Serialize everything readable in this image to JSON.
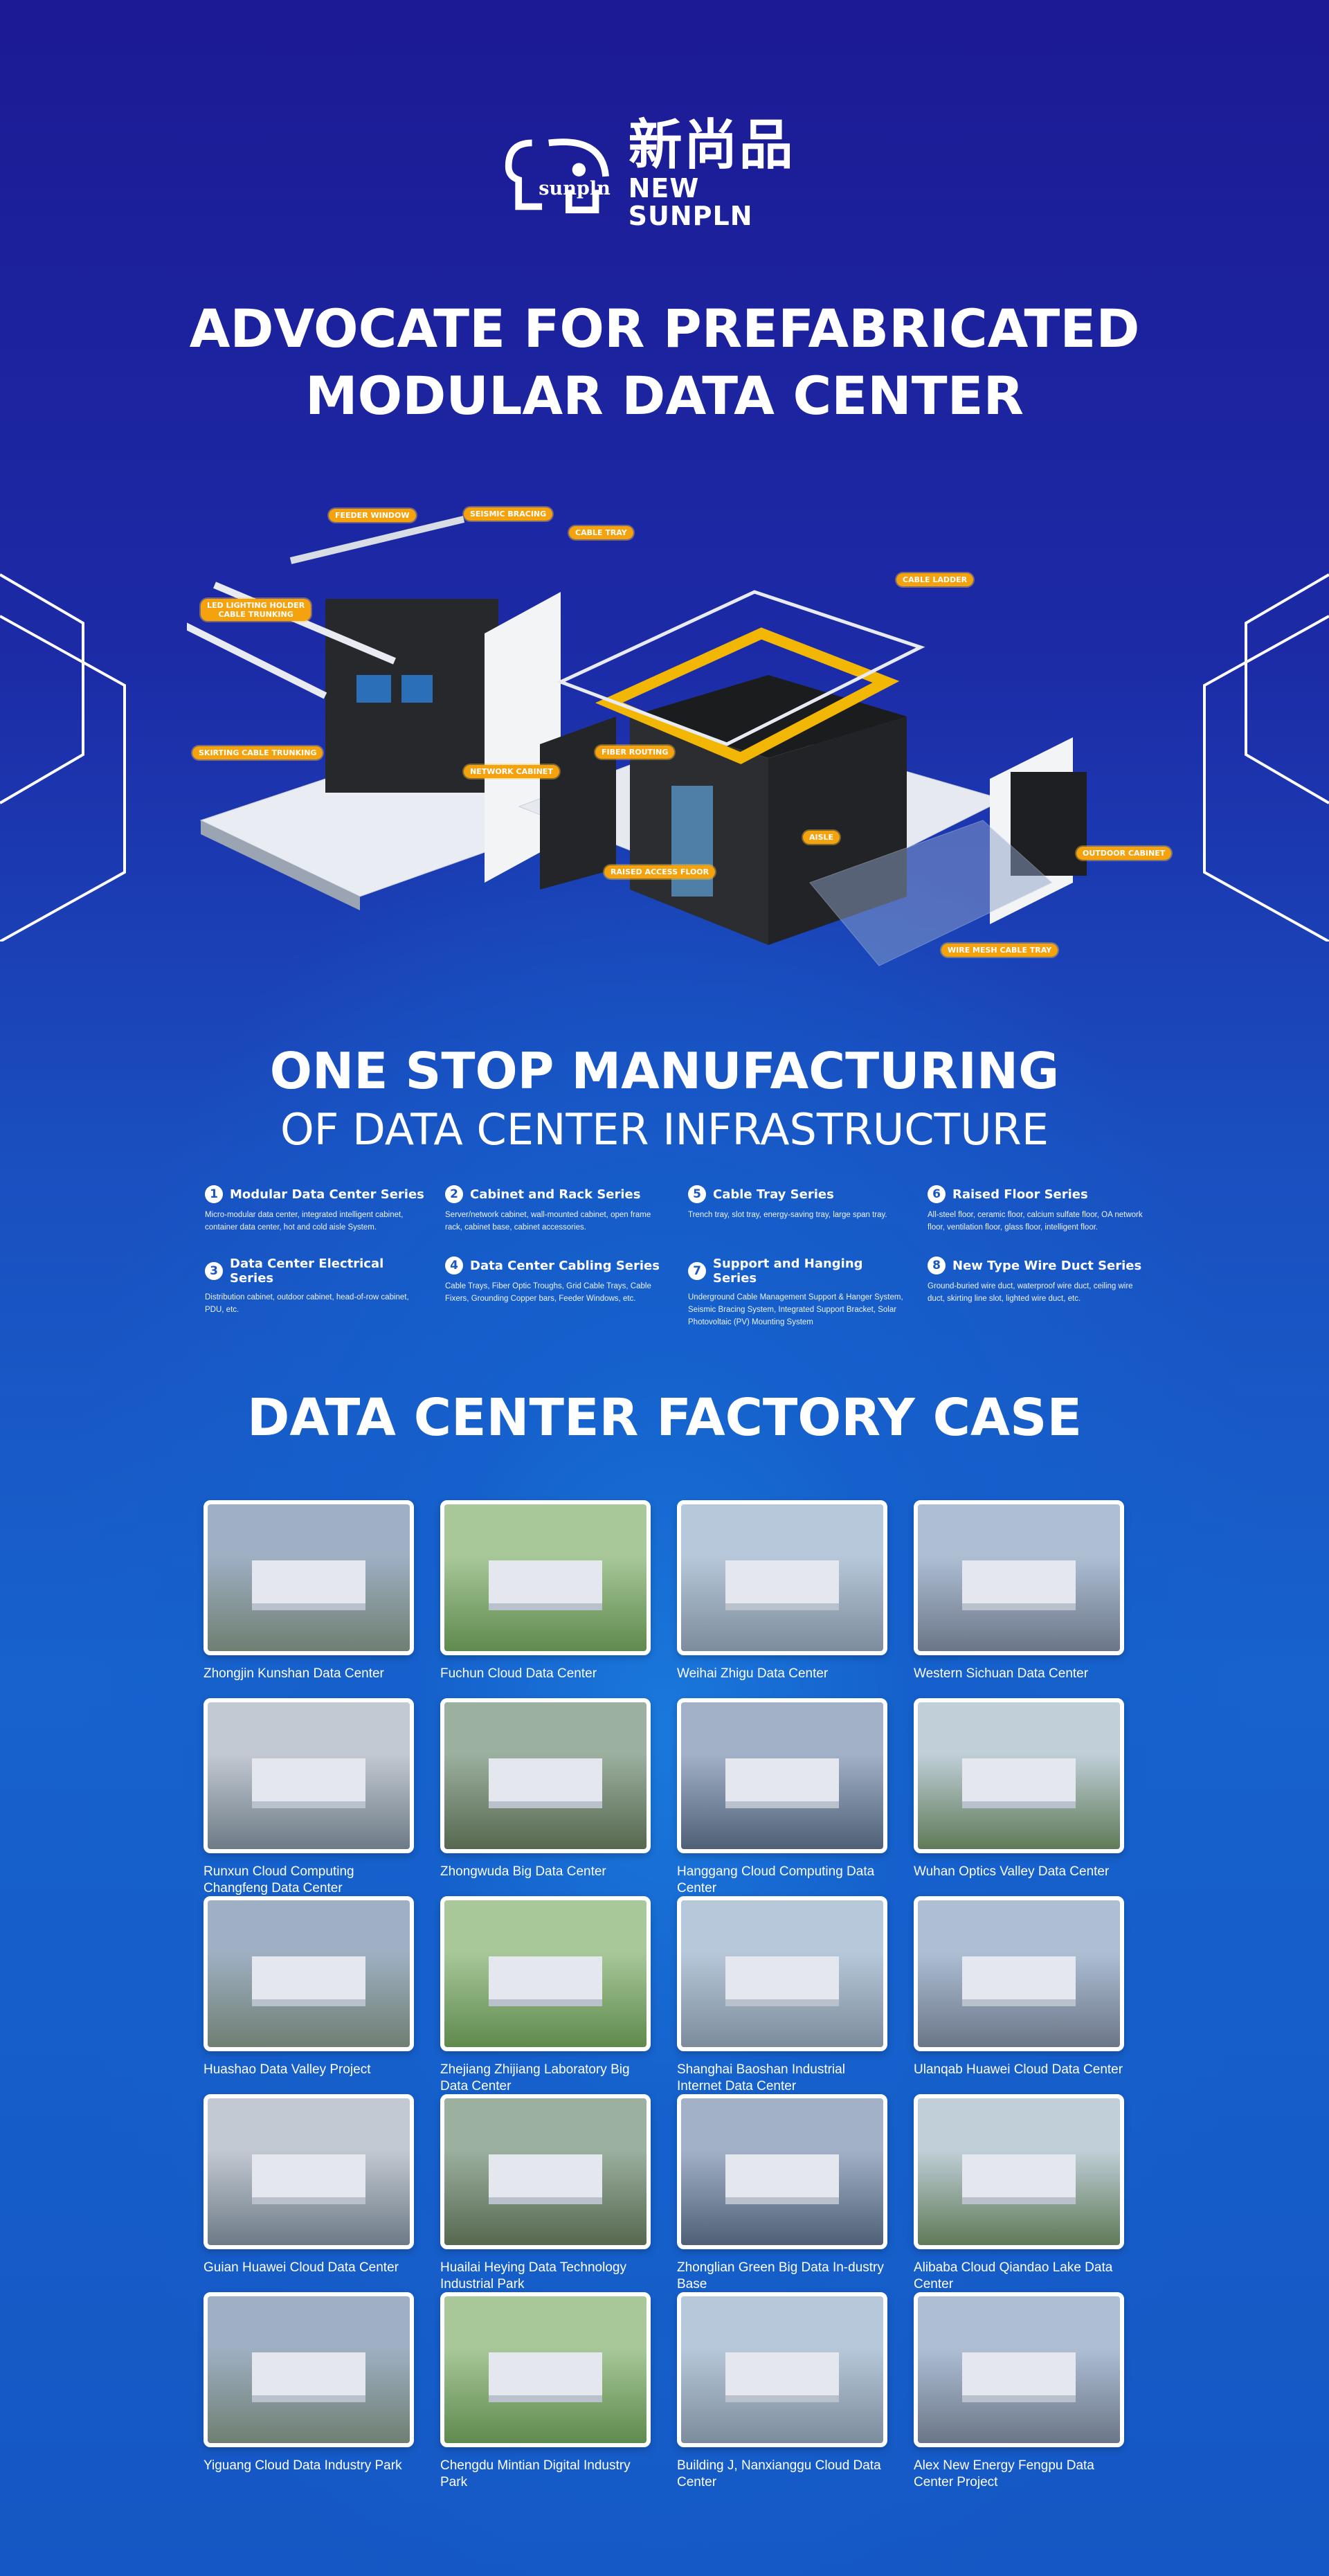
{
  "brand": {
    "cn": "新尚品",
    "en": "NEW SUNPLN",
    "mark": "sunpln"
  },
  "hero": {
    "line1": "ADVOCATE FOR PREFABRICATED",
    "line2": "MODULAR DATA CENTER"
  },
  "diagram_labels": {
    "feeder_window": "FEEDER WINDOW",
    "seismic_bracing": "SEISMIC BRACING",
    "cable_tray": "CABLE TRAY",
    "led_lighting": "LED LIGHTING HOLDER",
    "cable_trunking": "CABLE TRUNKING",
    "cable_ladder": "CABLE LADDER",
    "skirting": "SKIRTING CABLE TRUNKING",
    "network_cabinet": "NETWORK CABINET",
    "fiber_routing": "FIBER ROUTING",
    "aisle": "AISLE",
    "raised_floor": "RAISED ACCESS FLOOR",
    "outdoor_cabinet": "OUTDOOR CABINET",
    "wire_mesh": "WIRE MESH CABLE TRAY"
  },
  "manufacturing": {
    "title": "ONE STOP MANUFACTURING",
    "subtitle": "OF DATA CENTER INFRASTRUCTURE",
    "series": [
      {
        "num": "1",
        "title": "Modular Data Center Series",
        "desc": "Micro-modular data center, integrated intelligent cabinet, container data center, hot and cold aisle System."
      },
      {
        "num": "2",
        "title": "Cabinet and Rack Series",
        "desc": "Server/network cabinet, wall-mounted cabinet, open frame rack, cabinet base, cabinet accessories."
      },
      {
        "num": "5",
        "title": "Cable Tray Series",
        "desc": "Trench tray, slot tray, energy-saving tray, large span tray."
      },
      {
        "num": "6",
        "title": "Raised Floor Series",
        "desc": "All-steel floor, ceramic floor, calcium sulfate floor, OA network floor, ventilation floor, glass floor, intelligent floor."
      },
      {
        "num": "3",
        "title": "Data Center Electrical Series",
        "desc": "Distribution cabinet, outdoor cabinet, head-of-row cabinet, PDU, etc."
      },
      {
        "num": "4",
        "title": "Data Center Cabling Series",
        "desc": "Cable Trays, Fiber Optic Troughs, Grid Cable Trays, Cable Fixers, Grounding Copper bars, Feeder Windows, etc."
      },
      {
        "num": "7",
        "title": "Support and Hanging Series",
        "desc": "Underground Cable Management Support & Hanger System, Seismic Bracing System, Integrated Support Bracket, Solar Photovoltaic (PV) Mounting System"
      },
      {
        "num": "8",
        "title": "New Type Wire Duct Series",
        "desc": "Ground-buried wire duct, waterproof wire duct, ceiling wire duct, skirting line slot, lighted wire duct, etc."
      }
    ]
  },
  "cases": {
    "title": "DATA CENTER FACTORY CASE",
    "items": [
      "Zhongjin Kunshan Data Center",
      "Fuchun Cloud Data Center",
      "Weihai Zhigu Data Center",
      "Western Sichuan Data Center",
      "Runxun Cloud Computing Changfeng Data Center",
      "Zhongwuda Big Data Center",
      "Hanggang Cloud Computing Data Center",
      "Wuhan Optics Valley Data Center",
      "Huashao Data Valley Project",
      "Zhejiang Zhijiang Laboratory Big Data Center",
      "Shanghai Baoshan Industrial Internet Data Center",
      "Ulanqab Huawei Cloud Data Center",
      "Guian Huawei Cloud Data Center",
      "Huailai Heying Data Technology Industrial Park",
      "Zhonglian Green Big Data In-dustry Base",
      "Alibaba Cloud Qiandao Lake Data Center",
      "Yiguang Cloud Data Industry Park",
      "Chengdu Mintian Digital Industry Park",
      "Building J, Nanxianggu Cloud Data Center",
      "Alex New Energy Fengpu Data Center Project"
    ]
  },
  "colors": {
    "accent": "#f5a20f",
    "bg_top": "#1c1a94",
    "bg_mid": "#1762cd"
  }
}
